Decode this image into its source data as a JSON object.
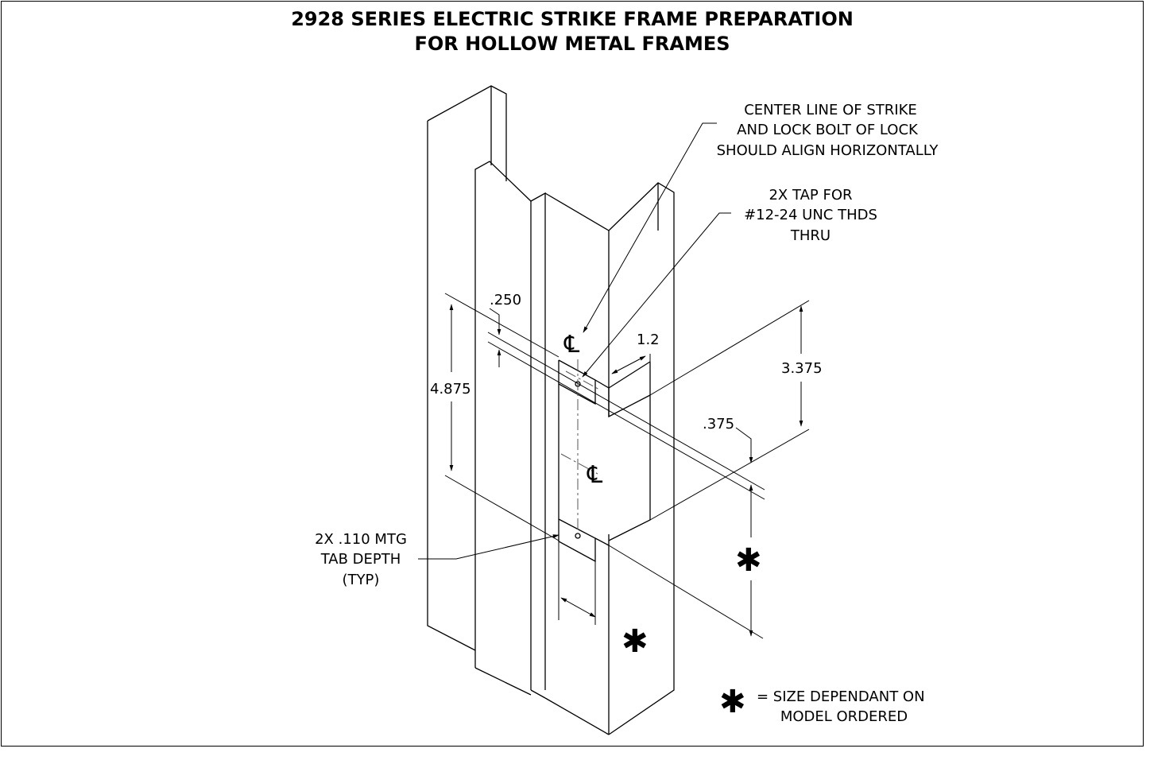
{
  "title": {
    "line1": "2928 SERIES ELECTRIC STRIKE FRAME PREPARATION",
    "line2": "FOR HOLLOW METAL FRAMES"
  },
  "callouts": {
    "centerline_note": [
      "CENTER LINE OF STRIKE",
      "AND LOCK BOLT OF LOCK",
      "SHOULD ALIGN HORIZONTALLY"
    ],
    "tap_note": [
      "2X TAP FOR",
      "#12-24 UNC THDS",
      "THRU"
    ],
    "tab_note": [
      "2X .110 MTG",
      "TAB DEPTH",
      "(TYP)"
    ]
  },
  "dimensions": {
    "d_250": ".250",
    "d_4875": "4.875",
    "d_12": "1.2",
    "d_3375": "3.375",
    "d_375": ".375"
  },
  "symbols": {
    "centerline": "℄",
    "size_dependent": "✱"
  },
  "legend": {
    "symbol": "✱",
    "line1": "= SIZE DEPENDANT ON",
    "line2": "MODEL ORDERED"
  },
  "colors": {
    "line": "#000000",
    "background": "#ffffff",
    "centerline": "#555555"
  }
}
